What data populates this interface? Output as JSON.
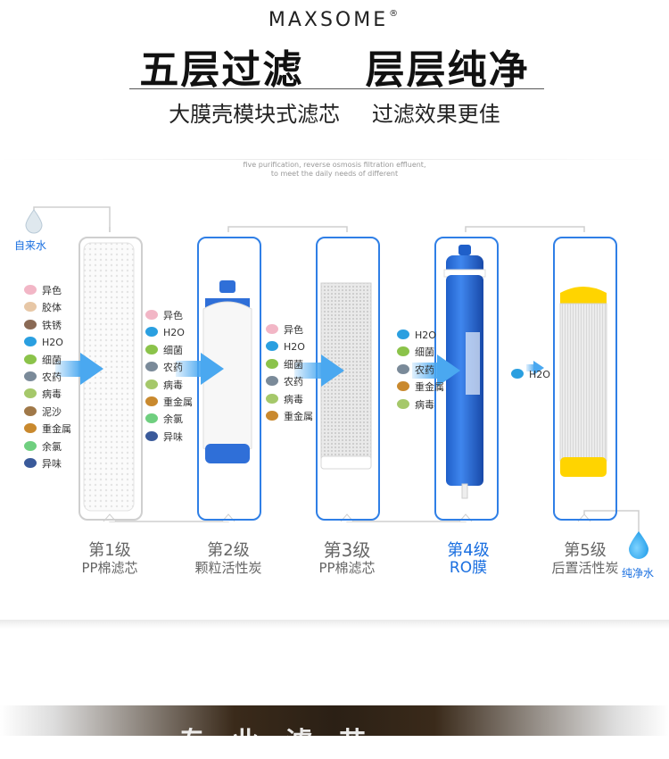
{
  "header": {
    "brand": "MAXSOME",
    "brand_mark": "®",
    "headline_left": "五层过滤",
    "headline_right": "层层纯净",
    "subline_left": "大膜壳模块式滤芯",
    "subline_right": "过滤效果更佳",
    "english_line1": "five purification, reverse osmosis filtration effluent,",
    "english_line2": "to meet the daily needs of different"
  },
  "labels": {
    "input_water": "自来水",
    "output_water": "纯净水"
  },
  "contaminants": {
    "stage1": [
      "异色",
      "胶体",
      "铁锈",
      "H2O",
      "细菌",
      "农药",
      "病毒",
      "泥沙",
      "重金属",
      "余氯",
      "异味"
    ],
    "stage2": [
      "异色",
      "H2O",
      "细菌",
      "农药",
      "病毒",
      "重金属",
      "余氯",
      "异味"
    ],
    "stage3": [
      "异色",
      "H2O",
      "细菌",
      "农药",
      "病毒",
      "重金属"
    ],
    "stage4": [
      "H2O",
      "细菌",
      "农药",
      "重金属",
      "病毒"
    ],
    "stage5": [
      "H2O"
    ]
  },
  "stages": [
    {
      "number": "第1级",
      "name": "PP棉滤芯"
    },
    {
      "number": "第2级",
      "name": "颗粒活性炭"
    },
    {
      "number": "第3级",
      "name": "PP棉滤芯"
    },
    {
      "number": "第4级",
      "name": "RO膜"
    },
    {
      "number": "第5级",
      "name": "后置活性炭"
    }
  ],
  "bottom_text": "专业滤芯",
  "colors": {
    "accent_blue": "#1a6fe0",
    "arrow_blue": "#4aa8f0",
    "housing_grey": "#cfcfcf"
  },
  "icons": [
    "water-drop-icon",
    "contaminant-icon",
    "flow-arrow-icon",
    "filter-cartridge-icon"
  ]
}
